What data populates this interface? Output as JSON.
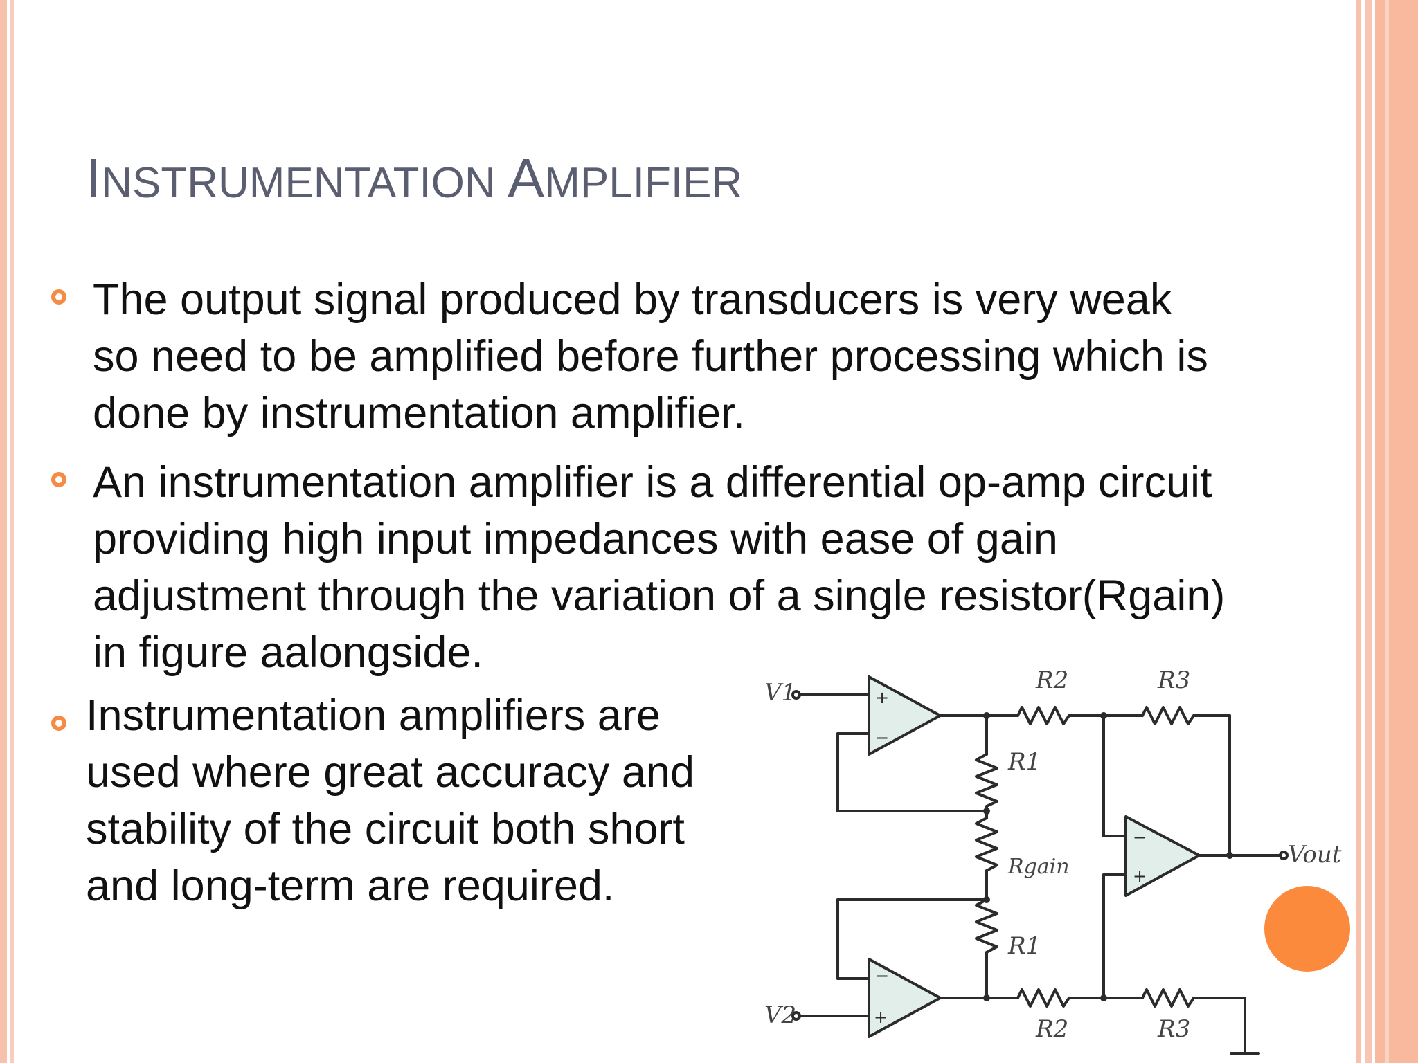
{
  "slide": {
    "title_first": "I",
    "title_rest": "NSTRUMENTATION ",
    "title_second": "A",
    "title_second_rest": "MPLIFIER",
    "bullets": [
      {
        "lines": [
          "The output signal produced  by transducers is very weak",
          "so need to be amplified before further processing which is",
          "done by instrumentation amplifier."
        ]
      },
      {
        "lines": [
          "An instrumentation amplifier is a differential op-amp circuit",
          "providing high input impedances with ease of gain",
          "adjustment through the variation of a single resistor(Rgain)",
          "in figure aalongside."
        ]
      },
      {
        "lines": [
          "Instrumentation amplifiers are",
          "used where great accuracy and",
          "stability of the circuit both short",
          "and long-term are required."
        ]
      }
    ]
  },
  "diagram": {
    "labels": {
      "v1": "V1",
      "v2": "V2",
      "vout": "Vout",
      "r1_top": "R1",
      "r1_bottom": "R1",
      "rgain": "Rgain",
      "r2_top": "R2",
      "r2_bottom": "R2",
      "r3_top": "R3",
      "r3_bottom": "R3",
      "plus": "+",
      "minus": "−"
    }
  },
  "colors": {
    "accent": "#f58b45",
    "title": "#5b5e71",
    "border": "#f7c2ad",
    "opamp_fill": "#e2eeea"
  }
}
